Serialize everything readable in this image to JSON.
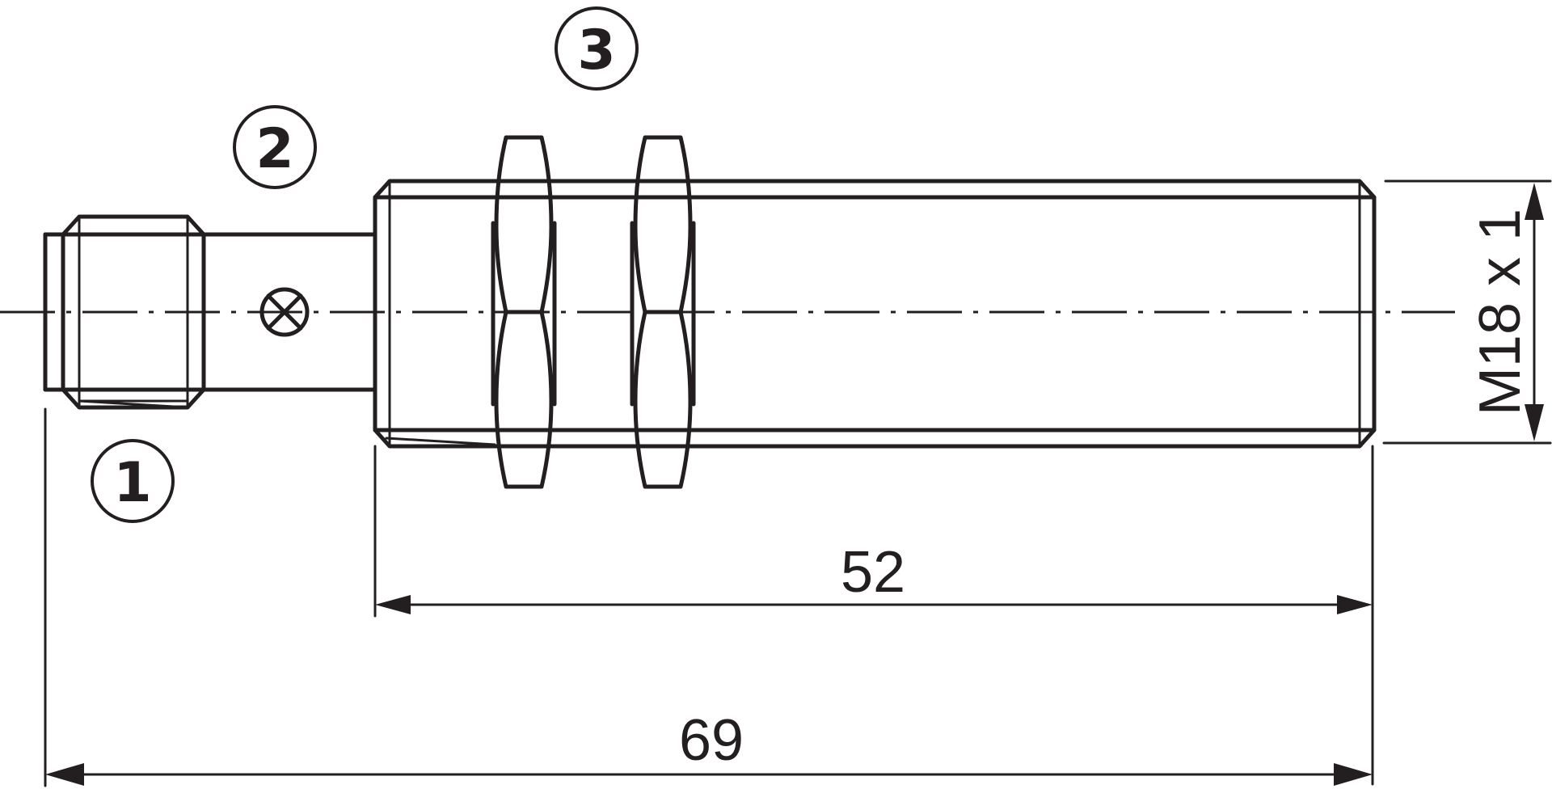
{
  "callouts": [
    {
      "id": "1",
      "label": "1"
    },
    {
      "id": "2",
      "label": "2"
    },
    {
      "id": "3",
      "label": "3"
    }
  ],
  "dimensions": {
    "housing_length": "52",
    "overall_length": "69",
    "thread": "M18 x 1"
  },
  "symbols": {
    "led_indicator": "led-indicator-icon"
  },
  "colors": {
    "line": "#231f20",
    "background": "#ffffff"
  }
}
